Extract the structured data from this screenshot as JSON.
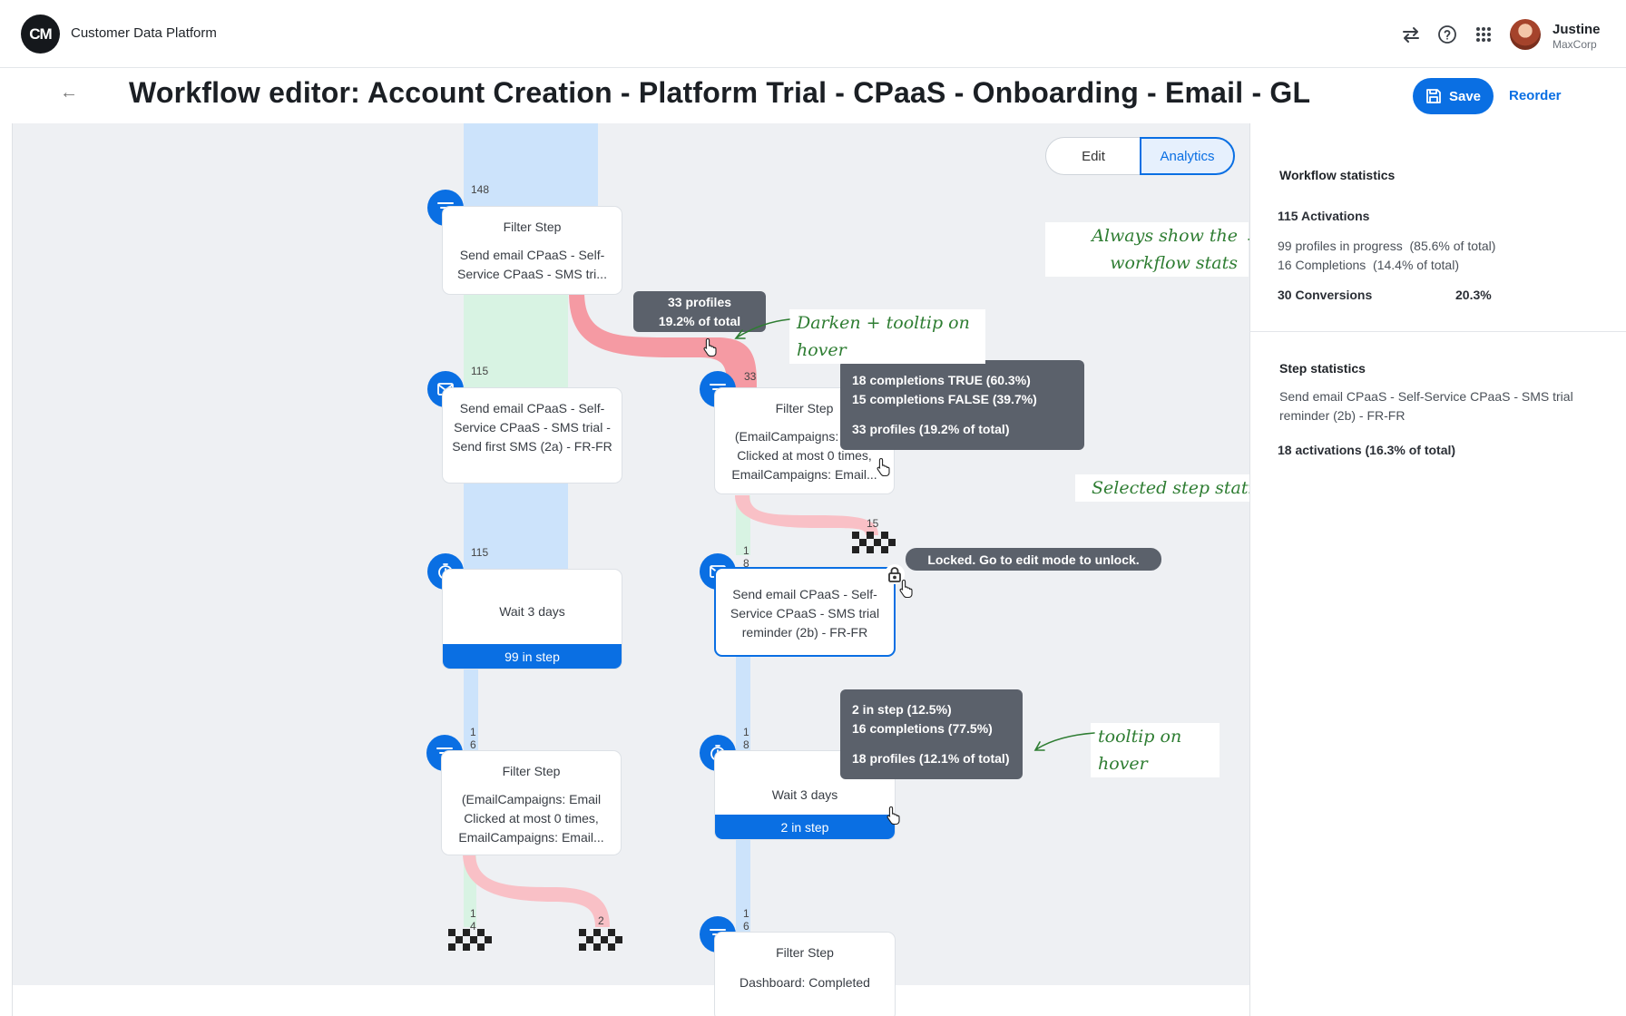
{
  "app": {
    "logo_text": "CM",
    "name": "Customer Data Platform",
    "user_name": "Justine",
    "user_org": "MaxCorp",
    "icons": [
      "switch-icon",
      "help-icon",
      "apps-grid-icon"
    ]
  },
  "header": {
    "title": "Workflow editor: Account Creation - Platform Trial - CPaaS - Onboarding - Email - GL",
    "save_label": "Save",
    "reorder_label": "Reorder"
  },
  "mode_toggle": {
    "edit": "Edit",
    "analytics": "Analytics",
    "active": "Analytics"
  },
  "colors": {
    "accent": "#0a6fe3",
    "flow_blue": "#cce3fb",
    "flow_green": "#d8f3e3",
    "flow_red": "#f9c0c6",
    "tooltip": "#5b616b",
    "annotation": "#2e7d32"
  },
  "steps": [
    {
      "id": "filter1",
      "title": "Filter Step",
      "desc": "Send email CPaaS - Self-Service CPaaS - SMS tri...",
      "icon": "filter-icon",
      "count": "148"
    },
    {
      "id": "email1",
      "desc": "Send email CPaaS - Self-Service CPaaS - SMS trial - Send first SMS (2a) - FR-FR",
      "icon": "mail-icon",
      "count": "115"
    },
    {
      "id": "wait1",
      "title": "Wait 3 days",
      "in_step": "99 in step",
      "icon": "timer-icon",
      "count": "115"
    },
    {
      "id": "filter3",
      "title": "Filter Step",
      "desc": "(EmailCampaigns: Email Clicked at most 0 times, EmailCampaigns: Email...",
      "icon": "filter-icon",
      "count": "1\n6"
    },
    {
      "id": "filter2",
      "title": "Filter Step",
      "desc": "(EmailCampaigns: Email Clicked at most 0 times, EmailCampaigns: Email...",
      "icon": "filter-icon",
      "count": "33"
    },
    {
      "id": "email2",
      "desc": "Send email CPaaS - Self-Service CPaaS - SMS trial reminder (2b) - FR-FR",
      "icon": "mail-icon",
      "count": "1\n8"
    },
    {
      "id": "wait2",
      "title": "Wait 3 days",
      "in_step": "2 in step",
      "icon": "timer-icon",
      "count": "1\n8"
    },
    {
      "id": "filter4",
      "title": "Filter Step",
      "desc": "Dashboard: Completed",
      "icon": "filter-icon",
      "count": "1\n6"
    }
  ],
  "exit_counts": {
    "e1": "15",
    "e2": "1\n4",
    "e3": "2"
  },
  "tooltips": {
    "flow": {
      "line1": "33 profiles",
      "line2": "19.2% of total"
    },
    "filter2": {
      "line1": "18 completions TRUE (60.3%)",
      "line2": "15 completions FALSE (39.7%)",
      "line3": "33 profiles (19.2% of total)"
    },
    "locked": "Locked. Go to edit mode to unlock.",
    "wait2": {
      "line1": "2 in step (12.5%)",
      "line2": "16 completions (77.5%)",
      "line3": "18 profiles (12.1% of total)"
    }
  },
  "annotations": {
    "stats_line1": "Always show the",
    "stats_line2": "workflow stats",
    "hover_flow": "Darken + tooltip on hover",
    "selected": "Selected step statistics",
    "hover_step": "tooltip on hover"
  },
  "panel": {
    "workflow_heading": "Workflow statistics",
    "activations": "115 Activations",
    "in_progress": "99 profiles in progress  (85.6% of total)",
    "completions": "16 Completions  (14.4% of total)",
    "conversions_label": "30 Conversions",
    "conversions_pct": "20.3%",
    "step_heading": "Step statistics",
    "step_name": "Send email CPaaS - Self-Service CPaaS - SMS trial reminder (2b) - FR-FR",
    "step_activations": "18 activations (16.3% of total)"
  }
}
